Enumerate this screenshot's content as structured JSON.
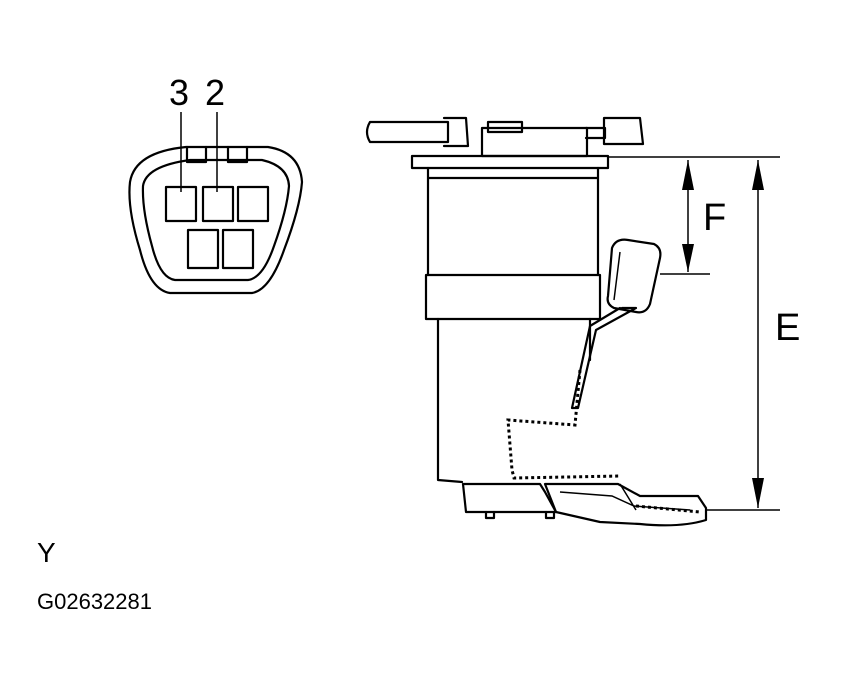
{
  "connector": {
    "pin_labels": [
      "3",
      "2"
    ]
  },
  "dimensions": {
    "f_label": "F",
    "e_label": "E"
  },
  "caption": {
    "view_label": "Y",
    "figure_code": "G02632281"
  }
}
